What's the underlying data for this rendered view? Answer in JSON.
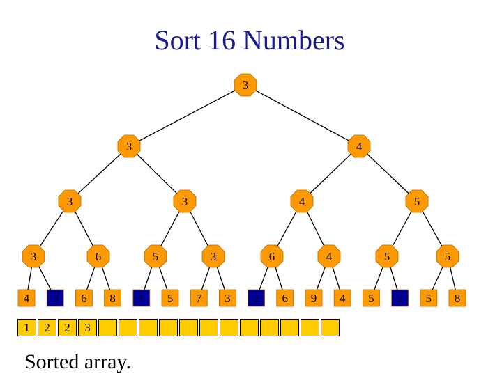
{
  "slide": {
    "title": "Sort 16 Numbers"
  },
  "colors": {
    "node_fill": "#ff9900",
    "selected_leaf_fill": "#000099",
    "array_fill": "#ffcc00",
    "title_text": "#1a1a8c"
  },
  "tree": {
    "levels": [
      [
        3
      ],
      [
        3,
        4
      ],
      [
        3,
        3,
        4,
        5
      ],
      [
        3,
        6,
        5,
        3,
        6,
        4,
        5,
        5
      ],
      [
        4,
        3,
        6,
        8,
        1,
        5,
        7,
        3,
        2,
        6,
        9,
        4,
        5,
        2,
        5,
        8
      ]
    ],
    "selected_leaf_indices": [
      1,
      4,
      8,
      13
    ]
  },
  "sorted_array": {
    "values": [
      "1",
      "2",
      "2",
      "3",
      "",
      "",
      "",
      "",
      "",
      "",
      "",
      "",
      "",
      "",
      "",
      ""
    ],
    "label": "Sorted array."
  }
}
